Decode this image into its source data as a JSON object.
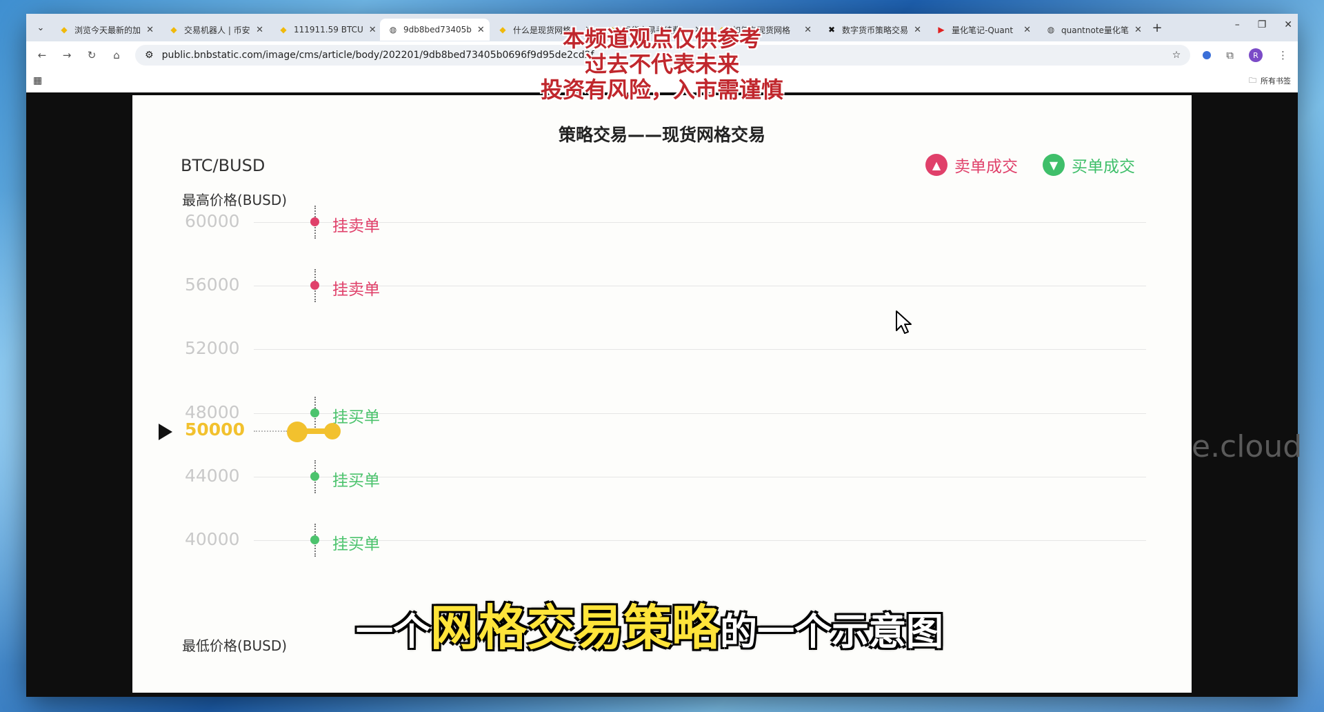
{
  "browser": {
    "tabs": [
      {
        "label": "浏览今天最新的加",
        "icon": "binance-icon",
        "active": false
      },
      {
        "label": "交易机器人 | 币安",
        "icon": "binance-icon",
        "active": false
      },
      {
        "label": "111911.59 BTCU",
        "icon": "binance-icon",
        "active": false
      },
      {
        "label": "9db8bed73405b",
        "icon": "globe-icon",
        "active": true
      },
      {
        "label": "什么是现货网格",
        "icon": "binance-icon",
        "active": false
      },
      {
        "label": "现货交易手续费",
        "icon": "binance-icon",
        "active": false
      },
      {
        "label": "如何在现货网格",
        "icon": "binance-icon",
        "active": false
      },
      {
        "label": "数字货币策略交易",
        "icon": "x-app-icon",
        "active": false
      },
      {
        "label": "量化笔记-Quant",
        "icon": "youtube-icon",
        "active": false
      },
      {
        "label": "quantnote量化笔",
        "icon": "globe-icon",
        "active": false
      }
    ],
    "url": "public.bnbstatic.com/image/cms/article/body/202201/9db8bed73405b0696f9d95de2cd2f...",
    "bookmarks_all_label": "所有书签",
    "profile_initial": "R"
  },
  "slide": {
    "title": "策略交易——现货网格交易",
    "pair": "BTC/BUSD",
    "max_label": "最高价格(BUSD)",
    "min_label": "最低价格(BUSD)",
    "legend": {
      "sell": "卖单成交",
      "buy": "买单成交"
    },
    "levels": [
      {
        "price": "60000",
        "order": "挂卖单",
        "side": "sell"
      },
      {
        "price": "56000",
        "order": "挂卖单",
        "side": "sell"
      },
      {
        "price": "52000",
        "order": "",
        "side": "none"
      },
      {
        "price": "48000",
        "order": "挂买单",
        "side": "buy"
      },
      {
        "price": "44000",
        "order": "挂买单",
        "side": "buy"
      },
      {
        "price": "40000",
        "order": "挂买单",
        "side": "buy"
      }
    ],
    "current_price": "50000",
    "watermark": "e.cloud"
  },
  "overlay": {
    "disclaimer": [
      "本频道观点仅供参考",
      "过去不代表未来",
      "投资有风险，入市需谨慎"
    ],
    "caption_pre": "一个",
    "caption_highlight": "网格交易策略",
    "caption_post": "的一个示意图"
  },
  "colors": {
    "sell": "#e0406a",
    "buy": "#4cc36d",
    "current": "#f2c12e",
    "disclaimer": "#c0272d",
    "caption_highlight": "#ffe43a"
  }
}
